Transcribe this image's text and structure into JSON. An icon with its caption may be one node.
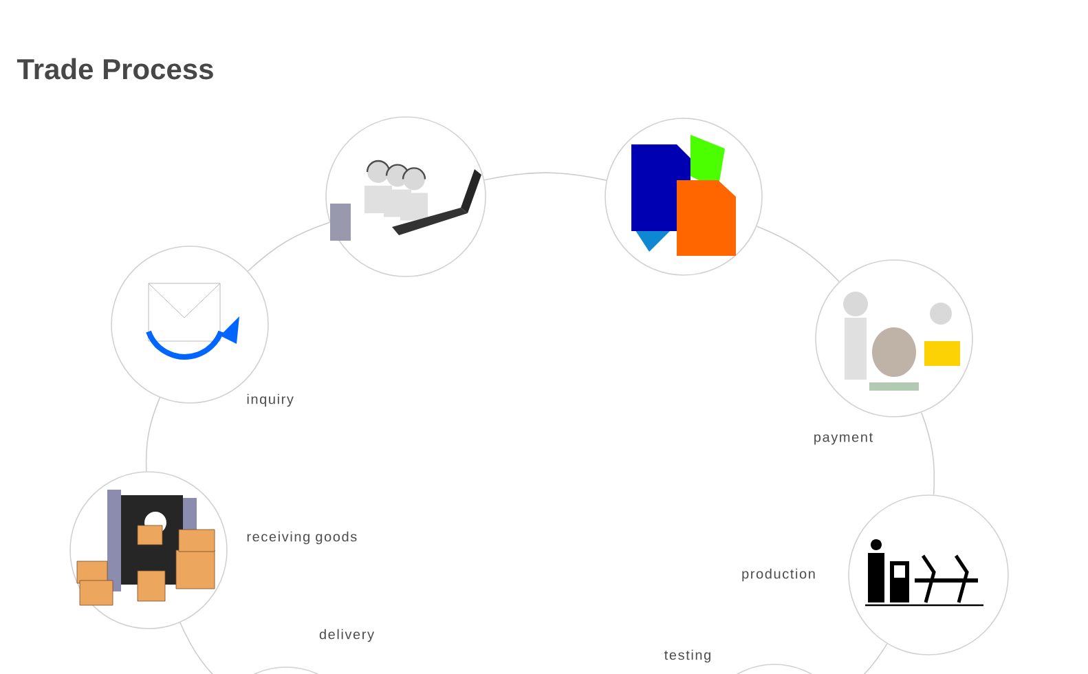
{
  "diagram": {
    "title": "Trade Process",
    "nodes": [
      {
        "text": [],
        "shape": "picture",
        "beside": [
          "inquiry"
        ]
      },
      {
        "text": [],
        "shape": "picture"
      },
      {
        "text": [],
        "shape": "picture"
      },
      {
        "text": [],
        "shape": "picture",
        "beside": [
          "payment"
        ]
      },
      {
        "text": [],
        "shape": "picture",
        "beside": [
          "production"
        ]
      },
      {
        "text": [],
        "shape": "circle",
        "beside": [
          "testing"
        ]
      },
      {
        "text": [],
        "shape": "circle",
        "beside": [
          "delivery"
        ]
      },
      {
        "text": [],
        "shape": "picture",
        "beside": [
          "receiving goods"
        ]
      }
    ],
    "edges": [
      {
        "from": 0,
        "to": 1,
        "arrow": "none"
      },
      {
        "from": 1,
        "to": 2,
        "arrow": "none"
      },
      {
        "from": 2,
        "to": 3,
        "arrow": "none"
      },
      {
        "from": 3,
        "to": 4,
        "arrow": "none"
      },
      {
        "from": 4,
        "to": 5,
        "arrow": "none"
      },
      {
        "from": 6,
        "to": 7,
        "arrow": "none"
      },
      {
        "from": 7,
        "to": 0,
        "arrow": "none"
      }
    ]
  }
}
